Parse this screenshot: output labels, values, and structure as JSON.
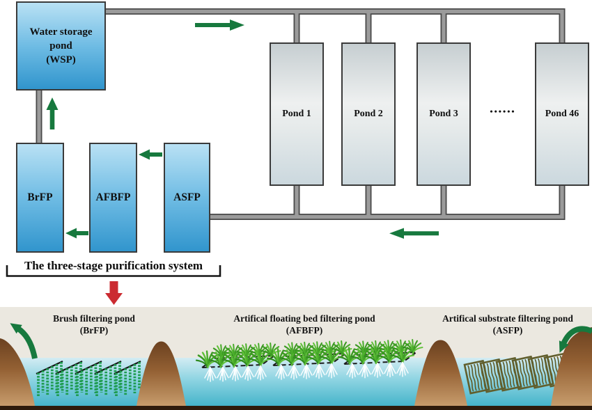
{
  "wsp": {
    "name": "Water storage pond",
    "abbr": "(WSP)"
  },
  "ponds": {
    "items": [
      {
        "label": "Pond 1"
      },
      {
        "label": "Pond 2"
      },
      {
        "label": "Pond 3"
      },
      {
        "label": "Pond 46"
      }
    ],
    "ellipsis": "••••••"
  },
  "stages": {
    "items": [
      {
        "label": "BrFP"
      },
      {
        "label": "AFBFP"
      },
      {
        "label": "ASFP"
      }
    ],
    "caption": "The three-stage purification system"
  },
  "sections": [
    {
      "title": "Brush filtering pond",
      "abbr": "(BrFP)"
    },
    {
      "title": "Artifical floating bed filtering pond",
      "abbr": "(AFBFP)"
    },
    {
      "title": "Artifical substrate filtering pond",
      "abbr": "(ASFP)"
    }
  ],
  "icons": {
    "flow_arrows": "green-flow-arrow",
    "highlight_arrow": "red-down-arrow"
  },
  "colors": {
    "arrow_green": "#17793e",
    "arrow_red": "#cb2b31",
    "pipe_gray": "#9b9b9b",
    "pipe_outline": "#4a4a4a",
    "box_blue_top": "#b9e1f4",
    "box_blue_bottom": "#3195cd",
    "pond_box_top": "#c6ced1",
    "pond_box_bottom": "#cbd8de",
    "ground_bg": "#ebe8e0",
    "water_top": "#d3ecf3",
    "water_bottom": "#45b4ca",
    "mound_brown": "#936033",
    "soil_strip": "#2e1b0c",
    "brush_green": "#1f9c50",
    "plant_green": "#49ab2b",
    "substrate_olive": "#615e2c"
  }
}
